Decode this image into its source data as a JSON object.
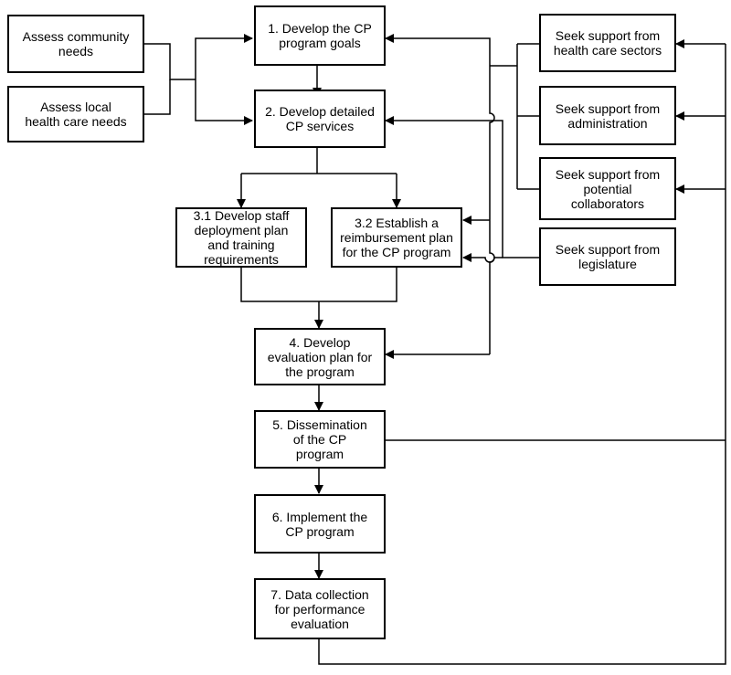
{
  "diagram": {
    "boxes": {
      "assess_community": "Assess community\nneeds",
      "assess_local": "Assess local\nhealth care needs",
      "step1": "1. Develop the CP\nprogram goals",
      "step2": "2. Develop detailed\nCP services",
      "step3_1": "3.1 Develop staff\ndeployment plan\nand training\nrequirements",
      "step3_2": "3.2  Establish a\nreimbursement plan\nfor the CP program",
      "step4": "4. Develop\nevaluation plan for\nthe  program",
      "step5": "5. Dissemination\nof the CP\nprogram",
      "step6": "6. Implement the\nCP program",
      "step7": "7. Data collection\nfor performance\nevaluation",
      "support_health": "Seek support from\nhealth care sectors",
      "support_admin": "Seek support from\nadministration",
      "support_collab": "Seek support from\npotential\ncollaborators",
      "support_leg": "Seek support from\nlegislature"
    }
  }
}
